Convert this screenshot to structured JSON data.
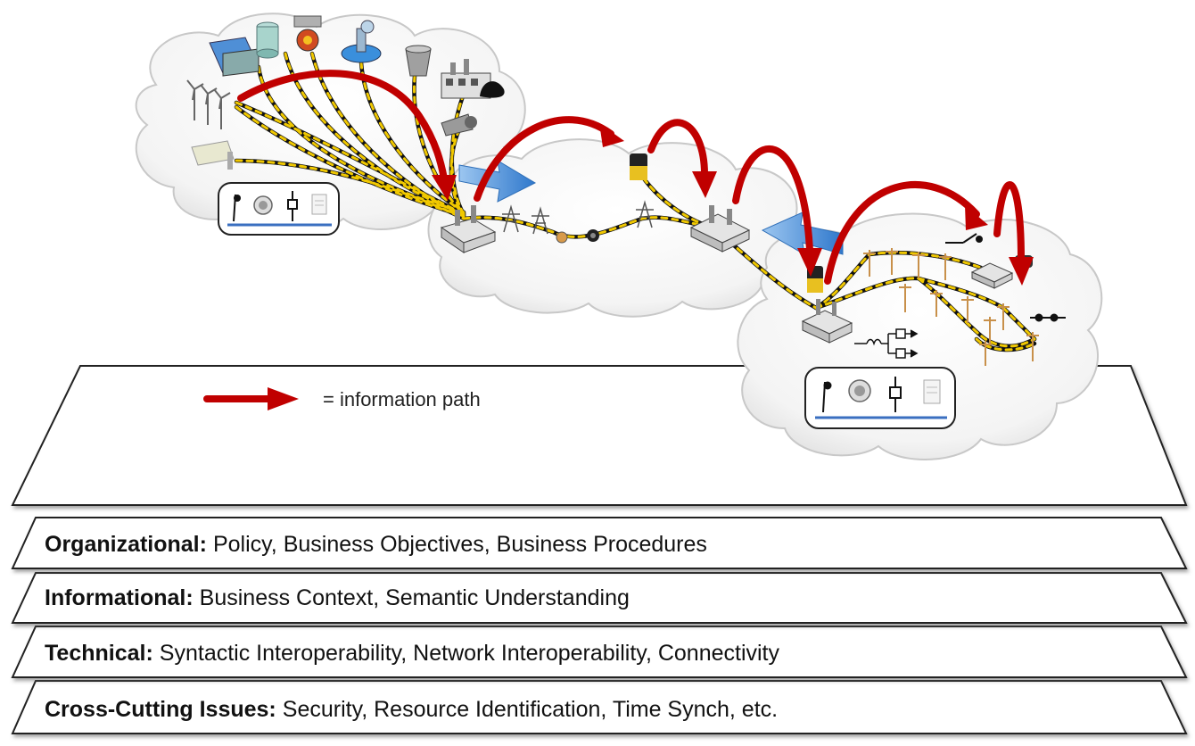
{
  "legend": {
    "label": "= information path",
    "arrow_color": "#c00000"
  },
  "layers": [
    {
      "title": "Organizational:",
      "detail": "Policy, Business Objectives, Business Procedures"
    },
    {
      "title": "Informational:",
      "detail": "Business Context, Semantic Understanding"
    },
    {
      "title": "Technical:",
      "detail": "Syntactic Interoperability, Network Interoperability, Connectivity"
    },
    {
      "title": "Cross-Cutting Issues:",
      "detail": "Security, Resource Identification, Time Synch, etc."
    }
  ],
  "clouds": [
    {
      "name": "generation-cloud"
    },
    {
      "name": "transmission-cloud"
    },
    {
      "name": "distribution-cloud"
    }
  ],
  "colors": {
    "information_path": "#c00000",
    "comm_line": "#e8c000",
    "flow_arrow": "#3a87d8",
    "bus": "#3a6fc0"
  }
}
